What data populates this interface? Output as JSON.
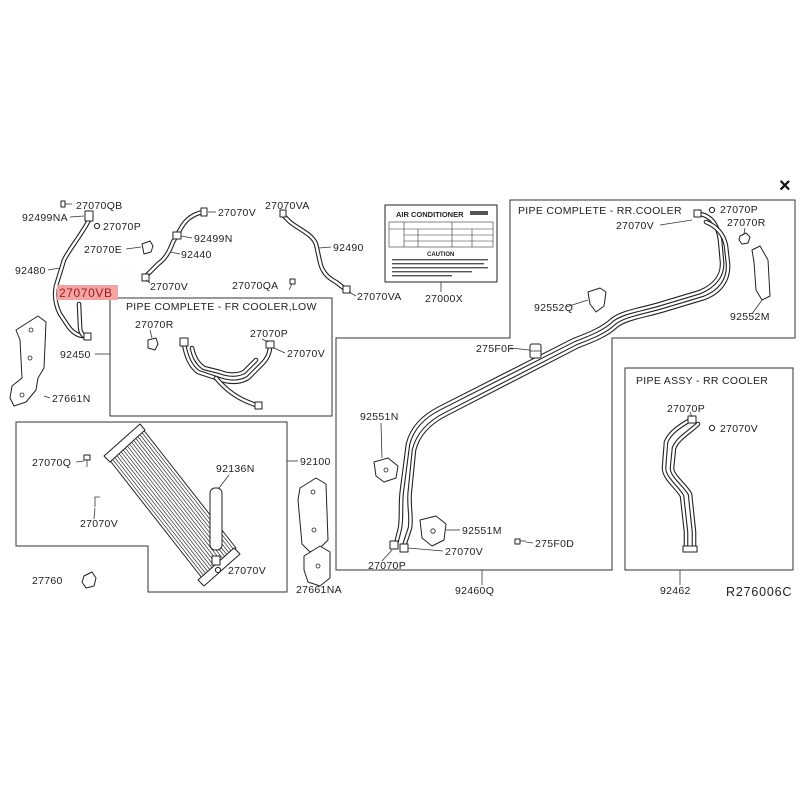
{
  "header": {
    "close_label": "×"
  },
  "sections": {
    "fr_cooler_low": "PIPE COMPLETE - FR COOLER,LOW",
    "rr_cooler_complete": "PIPE COMPLETE - RR.COOLER",
    "rr_cooler_assy": "PIPE ASSY - RR COOLER"
  },
  "caution_label": {
    "heading": "AIR CONDITIONER",
    "caution": "CAUTION"
  },
  "diagram_code": "R276006C",
  "callouts": [
    {
      "text": "27070QB"
    },
    {
      "text": "92499NA"
    },
    {
      "text": "27070P"
    },
    {
      "text": "27070E"
    },
    {
      "text": "92480"
    },
    {
      "text": "27070VB",
      "highlighted": true
    },
    {
      "text": "92450"
    },
    {
      "text": "27661N"
    },
    {
      "text": "27070V"
    },
    {
      "text": "92499N"
    },
    {
      "text": "92440"
    },
    {
      "text": "27070V"
    },
    {
      "text": "27070VA"
    },
    {
      "text": "92490"
    },
    {
      "text": "27070QA"
    },
    {
      "text": "27070VA"
    },
    {
      "text": "27000X"
    },
    {
      "text": "27070R"
    },
    {
      "text": "27070P"
    },
    {
      "text": "27070V"
    },
    {
      "text": "27070Q"
    },
    {
      "text": "92136N"
    },
    {
      "text": "92100"
    },
    {
      "text": "27070V"
    },
    {
      "text": "27070V"
    },
    {
      "text": "27760"
    },
    {
      "text": "27661NA"
    },
    {
      "text": "27070P"
    },
    {
      "text": "27070V"
    },
    {
      "text": "27070R"
    },
    {
      "text": "92552Q"
    },
    {
      "text": "92552M"
    },
    {
      "text": "275F0F"
    },
    {
      "text": "27070P"
    },
    {
      "text": "27070V"
    },
    {
      "text": "92551N"
    },
    {
      "text": "92551M"
    },
    {
      "text": "275F0D"
    },
    {
      "text": "27070V"
    },
    {
      "text": "27070P"
    },
    {
      "text": "92460Q"
    },
    {
      "text": "92462"
    }
  ],
  "colors": {
    "highlight": "#f4a3a3",
    "highlight_text": "#9b1c1c",
    "line": "#222222",
    "background": "#ffffff"
  }
}
